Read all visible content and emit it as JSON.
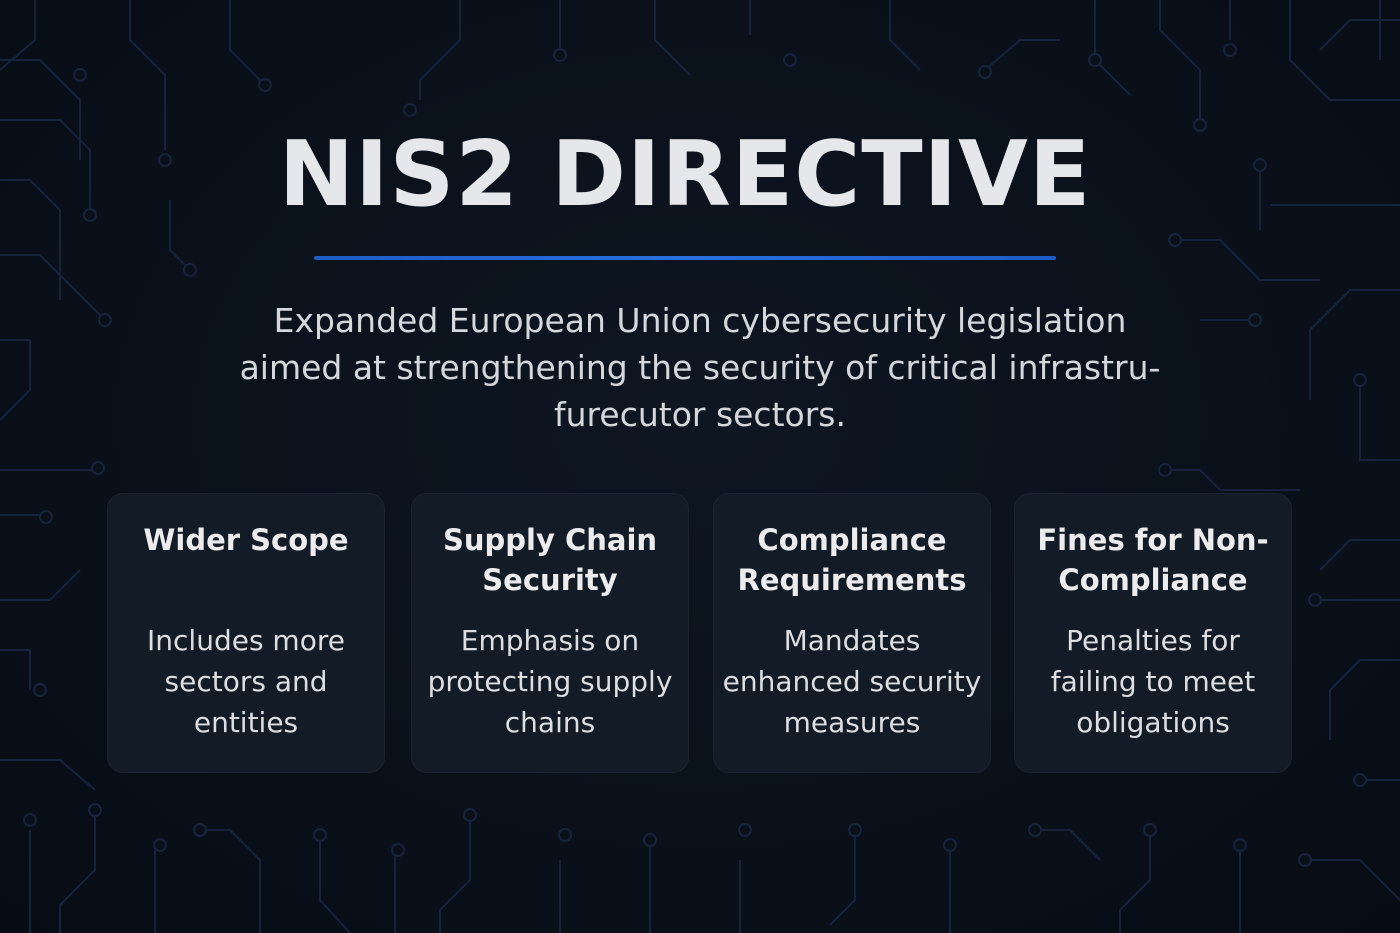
{
  "header": {
    "title": "NIS2 DIRECTIVE",
    "subtitle": "Expanded European Union cybersecurity legislation aimed at strengthening the security of critical infrastru-furecutor sectors."
  },
  "cards": [
    {
      "title": "Wider Scope",
      "description": "Includes more sectors and entities"
    },
    {
      "title": "Supply Chain Security",
      "description": "Emphasis on protecting supply chains"
    },
    {
      "title": "Compliance Requirements",
      "description": "Mandates enhanced security measures"
    },
    {
      "title": "Fines for Non-Compliance",
      "description": "Penalties for failing to meet obligations"
    }
  ],
  "colors": {
    "background": "#0a1019",
    "accent_rule": "#2a6fe0",
    "card_background": "#131b26",
    "circuit_lines": "#16233a"
  }
}
